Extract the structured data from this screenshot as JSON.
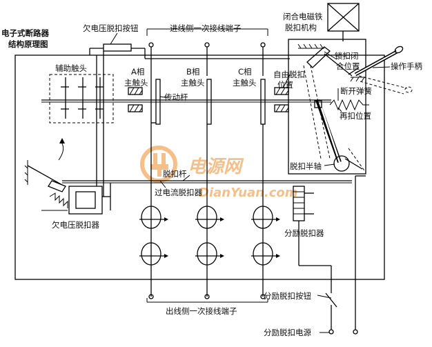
{
  "labels": {
    "title_line1": "电子式断路器",
    "title_line2": "结构原理图",
    "undervoltage_button": "欠电压脱扣按钮",
    "incoming_terminal": "进线侧一次接线端子",
    "closing_em_line1": "闭合电磁铁",
    "closing_em_line2": "脱扣机构",
    "aux_contact": "辅助触头",
    "phase_a_line1": "A相",
    "phase_a_line2": "主触头",
    "phase_b_line1": "B相",
    "phase_b_line2": "主触头",
    "phase_c_line1": "C相",
    "phase_c_line2": "主触头",
    "drive_rod": "传动杆",
    "free_trip_line1": "自由脱扣",
    "free_trip_line2": "位置",
    "lock_close_line1": "锁扣闭",
    "lock_close_line2": "合位置",
    "handle": "操作手柄",
    "opening_spring": "断开弹簧",
    "relatch": "再扣位置",
    "trip_half_shaft": "脱扣半轴",
    "trip_rod": "脱扣杆",
    "overcurrent_release": "过电流脱扣器",
    "undervoltage_release": "欠电压脱扣器",
    "shunt_release": "分励脱扣器",
    "outgoing_terminal": "出线侧一次接线端子",
    "shunt_button": "分励脱扣按钮",
    "shunt_power": "分励脱扣电源"
  },
  "watermark": {
    "cn": "电源网",
    "en": "DianYuan.com"
  },
  "colors": {
    "line": "#000000",
    "watermark": "#f28c28"
  }
}
